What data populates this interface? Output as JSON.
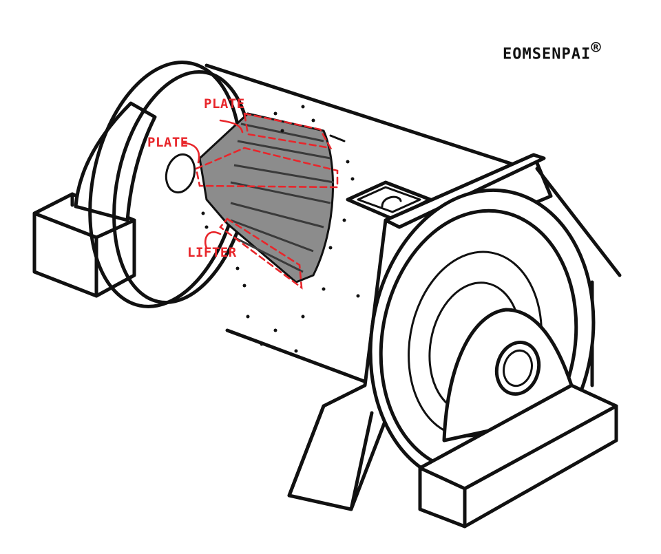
{
  "brand": {
    "name": "EOMSENPAI",
    "mark": "®"
  },
  "labels": {
    "plate_top": "PLATE",
    "plate_left": "PLATE",
    "lifter": "LIFTER"
  },
  "colors": {
    "annotation": "#e8262b",
    "ink": "#111111",
    "liner_fill": "#8c8c8c"
  }
}
